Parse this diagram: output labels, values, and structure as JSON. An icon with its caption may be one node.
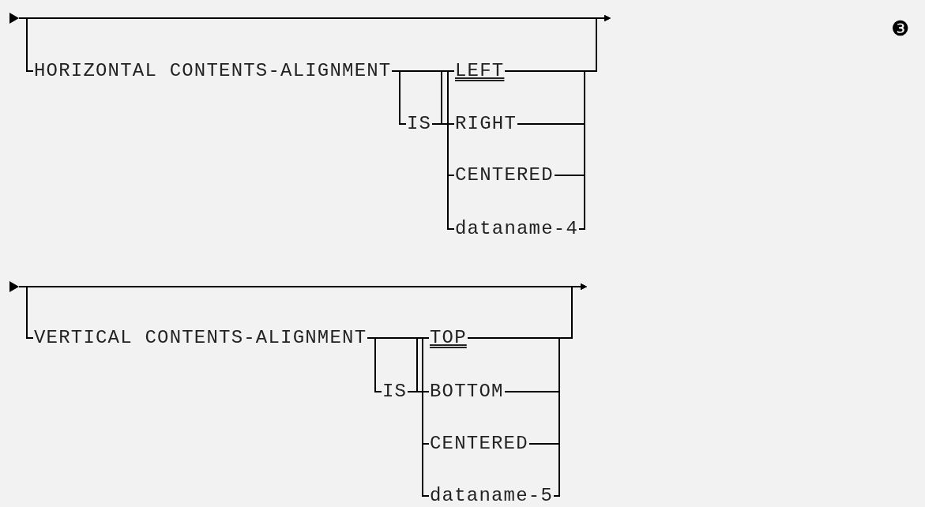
{
  "diagram": {
    "nodes": [
      {
        "text": [
          "HORIZONTAL CONTENTS-ALIGNMENT"
        ]
      },
      {
        "text": [
          "IS"
        ]
      },
      {
        "text": [
          "LEFT"
        ]
      },
      {
        "text": [
          "RIGHT"
        ]
      },
      {
        "text": [
          "CENTERED"
        ]
      },
      {
        "text": [
          "dataname-4"
        ]
      },
      {
        "text": [
          "VERTICAL CONTENTS-ALIGNMENT"
        ]
      },
      {
        "text": [
          "IS"
        ]
      },
      {
        "text": [
          "TOP"
        ]
      },
      {
        "text": [
          "BOTTOM"
        ]
      },
      {
        "text": [
          "CENTERED"
        ]
      },
      {
        "text": [
          "dataname-5"
        ]
      }
    ],
    "edges": [
      {
        "from": 0,
        "to": 1,
        "arrow": "none"
      },
      {
        "from": 0,
        "to": 2,
        "arrow": "none"
      },
      {
        "from": 0,
        "to": 3,
        "arrow": "none"
      },
      {
        "from": 0,
        "to": 4,
        "arrow": "none"
      },
      {
        "from": 0,
        "to": 5,
        "arrow": "none"
      },
      {
        "from": 1,
        "to": 2,
        "arrow": "none"
      },
      {
        "from": 1,
        "to": 3,
        "arrow": "none"
      },
      {
        "from": 1,
        "to": 4,
        "arrow": "none"
      },
      {
        "from": 1,
        "to": 5,
        "arrow": "none"
      },
      {
        "from": 6,
        "to": 7,
        "arrow": "none"
      },
      {
        "from": 6,
        "to": 8,
        "arrow": "none"
      },
      {
        "from": 6,
        "to": 9,
        "arrow": "none"
      },
      {
        "from": 6,
        "to": 10,
        "arrow": "none"
      },
      {
        "from": 6,
        "to": 11,
        "arrow": "none"
      },
      {
        "from": 7,
        "to": 8,
        "arrow": "none"
      },
      {
        "from": 7,
        "to": 9,
        "arrow": "none"
      },
      {
        "from": 7,
        "to": 10,
        "arrow": "none"
      },
      {
        "from": 7,
        "to": 11,
        "arrow": "none"
      },
      {
        "from": null,
        "to": 0,
        "arrow": "none"
      },
      {
        "from": 2,
        "to": null,
        "arrow": "to"
      },
      {
        "from": 3,
        "to": null,
        "arrow": "to"
      },
      {
        "from": 4,
        "to": null,
        "arrow": "to"
      },
      {
        "from": 5,
        "to": null,
        "arrow": "to"
      },
      {
        "from": null,
        "to": 6,
        "arrow": "none"
      },
      {
        "from": 8,
        "to": null,
        "arrow": "to"
      },
      {
        "from": 9,
        "to": null,
        "arrow": "to"
      },
      {
        "from": 10,
        "to": null,
        "arrow": "to"
      },
      {
        "from": 11,
        "to": null,
        "arrow": "to"
      }
    ],
    "labels": [
      "❸"
    ]
  }
}
